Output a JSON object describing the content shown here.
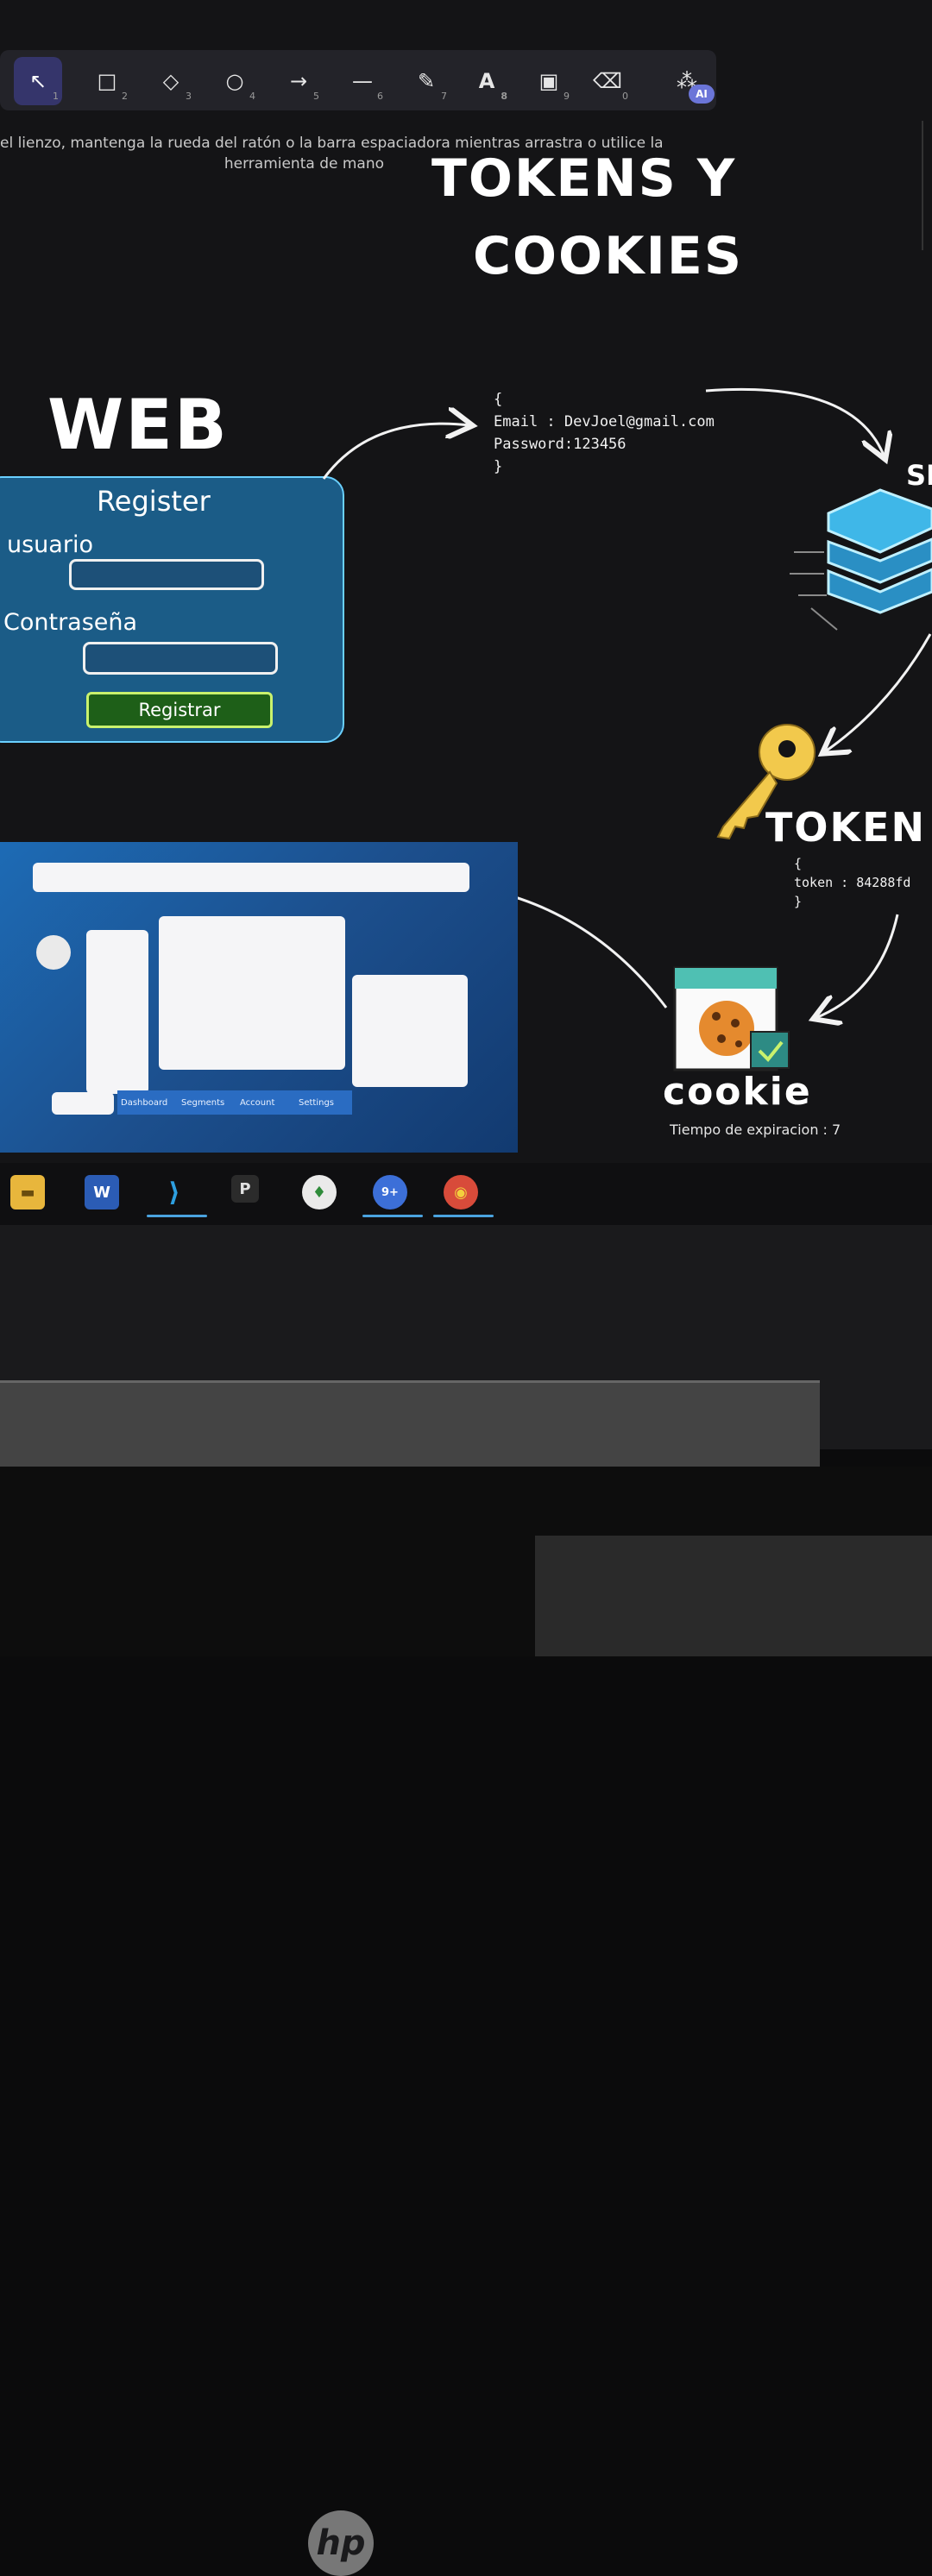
{
  "toolbar": {
    "tools": [
      {
        "name": "select",
        "icon": "cursor-icon",
        "num": "1",
        "glyph": "↖"
      },
      {
        "name": "rectangle",
        "icon": "rectangle-icon",
        "num": "2",
        "glyph": "□"
      },
      {
        "name": "diamond",
        "icon": "diamond-icon",
        "num": "3",
        "glyph": "◇"
      },
      {
        "name": "ellipse",
        "icon": "circle-icon",
        "num": "4",
        "glyph": "○"
      },
      {
        "name": "arrow",
        "icon": "arrow-icon",
        "num": "5",
        "glyph": "→"
      },
      {
        "name": "line",
        "icon": "line-icon",
        "num": "6",
        "glyph": "—"
      },
      {
        "name": "draw",
        "icon": "pencil-icon",
        "num": "7",
        "glyph": "✎"
      },
      {
        "name": "text",
        "icon": "text-icon",
        "num": "8",
        "glyph": "A"
      },
      {
        "name": "image",
        "icon": "image-icon",
        "num": "9",
        "glyph": "▣"
      },
      {
        "name": "eraser",
        "icon": "eraser-icon",
        "num": "0",
        "glyph": "⌫"
      },
      {
        "name": "more",
        "icon": "shapes-icon",
        "num": "",
        "glyph": "⁂"
      }
    ],
    "ai_badge": "AI"
  },
  "hint": {
    "line1": "el lienzo, mantenga la rueda del ratón o la barra espaciadora mientras arrastra o utilice la",
    "line2": "herramienta de mano"
  },
  "canvas": {
    "title_line1": "TOKENS Y",
    "title_line2": "COOKIES",
    "web_title": "WEB",
    "credentials": {
      "open": "{",
      "email": "Email : DevJoel@gmail.com",
      "password": "Password:123456",
      "close": "}"
    },
    "register": {
      "title": "Register",
      "user_label": "usuario",
      "password_label": "Contraseña",
      "button": "Registrar"
    },
    "server_label": "SE",
    "token_title": "TOKEN",
    "token_json": {
      "open": "{",
      "line": "token : 84288fd",
      "close": "}"
    },
    "cookie_title": "cookie",
    "cookie_sub": "Tiempo de expiracion : 7"
  },
  "dashboard": {
    "tabs": [
      "Dashboard",
      "Segments",
      "Account",
      "Settings"
    ]
  },
  "taskbar": {
    "apps": [
      {
        "icon": "file-explorer-icon",
        "glyph": "▬"
      },
      {
        "icon": "word-icon",
        "glyph": "W"
      },
      {
        "icon": "vscode-icon",
        "glyph": "⟩"
      },
      {
        "icon": "app-p-icon",
        "glyph": "P"
      },
      {
        "icon": "mongodb-icon",
        "glyph": "♦"
      },
      {
        "icon": "app-badge-icon",
        "glyph": "●"
      },
      {
        "icon": "chrome-icon",
        "glyph": "◉"
      }
    ],
    "badge": "9+"
  },
  "device": {
    "logo": "hp"
  },
  "colors": {
    "canvas_bg": "#141416",
    "toolbar_bg": "#232329",
    "active_tool": "#35356b",
    "register_bg": "#1b5c87",
    "register_border": "#6ad0ff",
    "button_bg": "#1e5f18",
    "button_border": "#c9f26d",
    "server_blue": "#3fb7e8",
    "key_gold": "#f2c94c"
  }
}
